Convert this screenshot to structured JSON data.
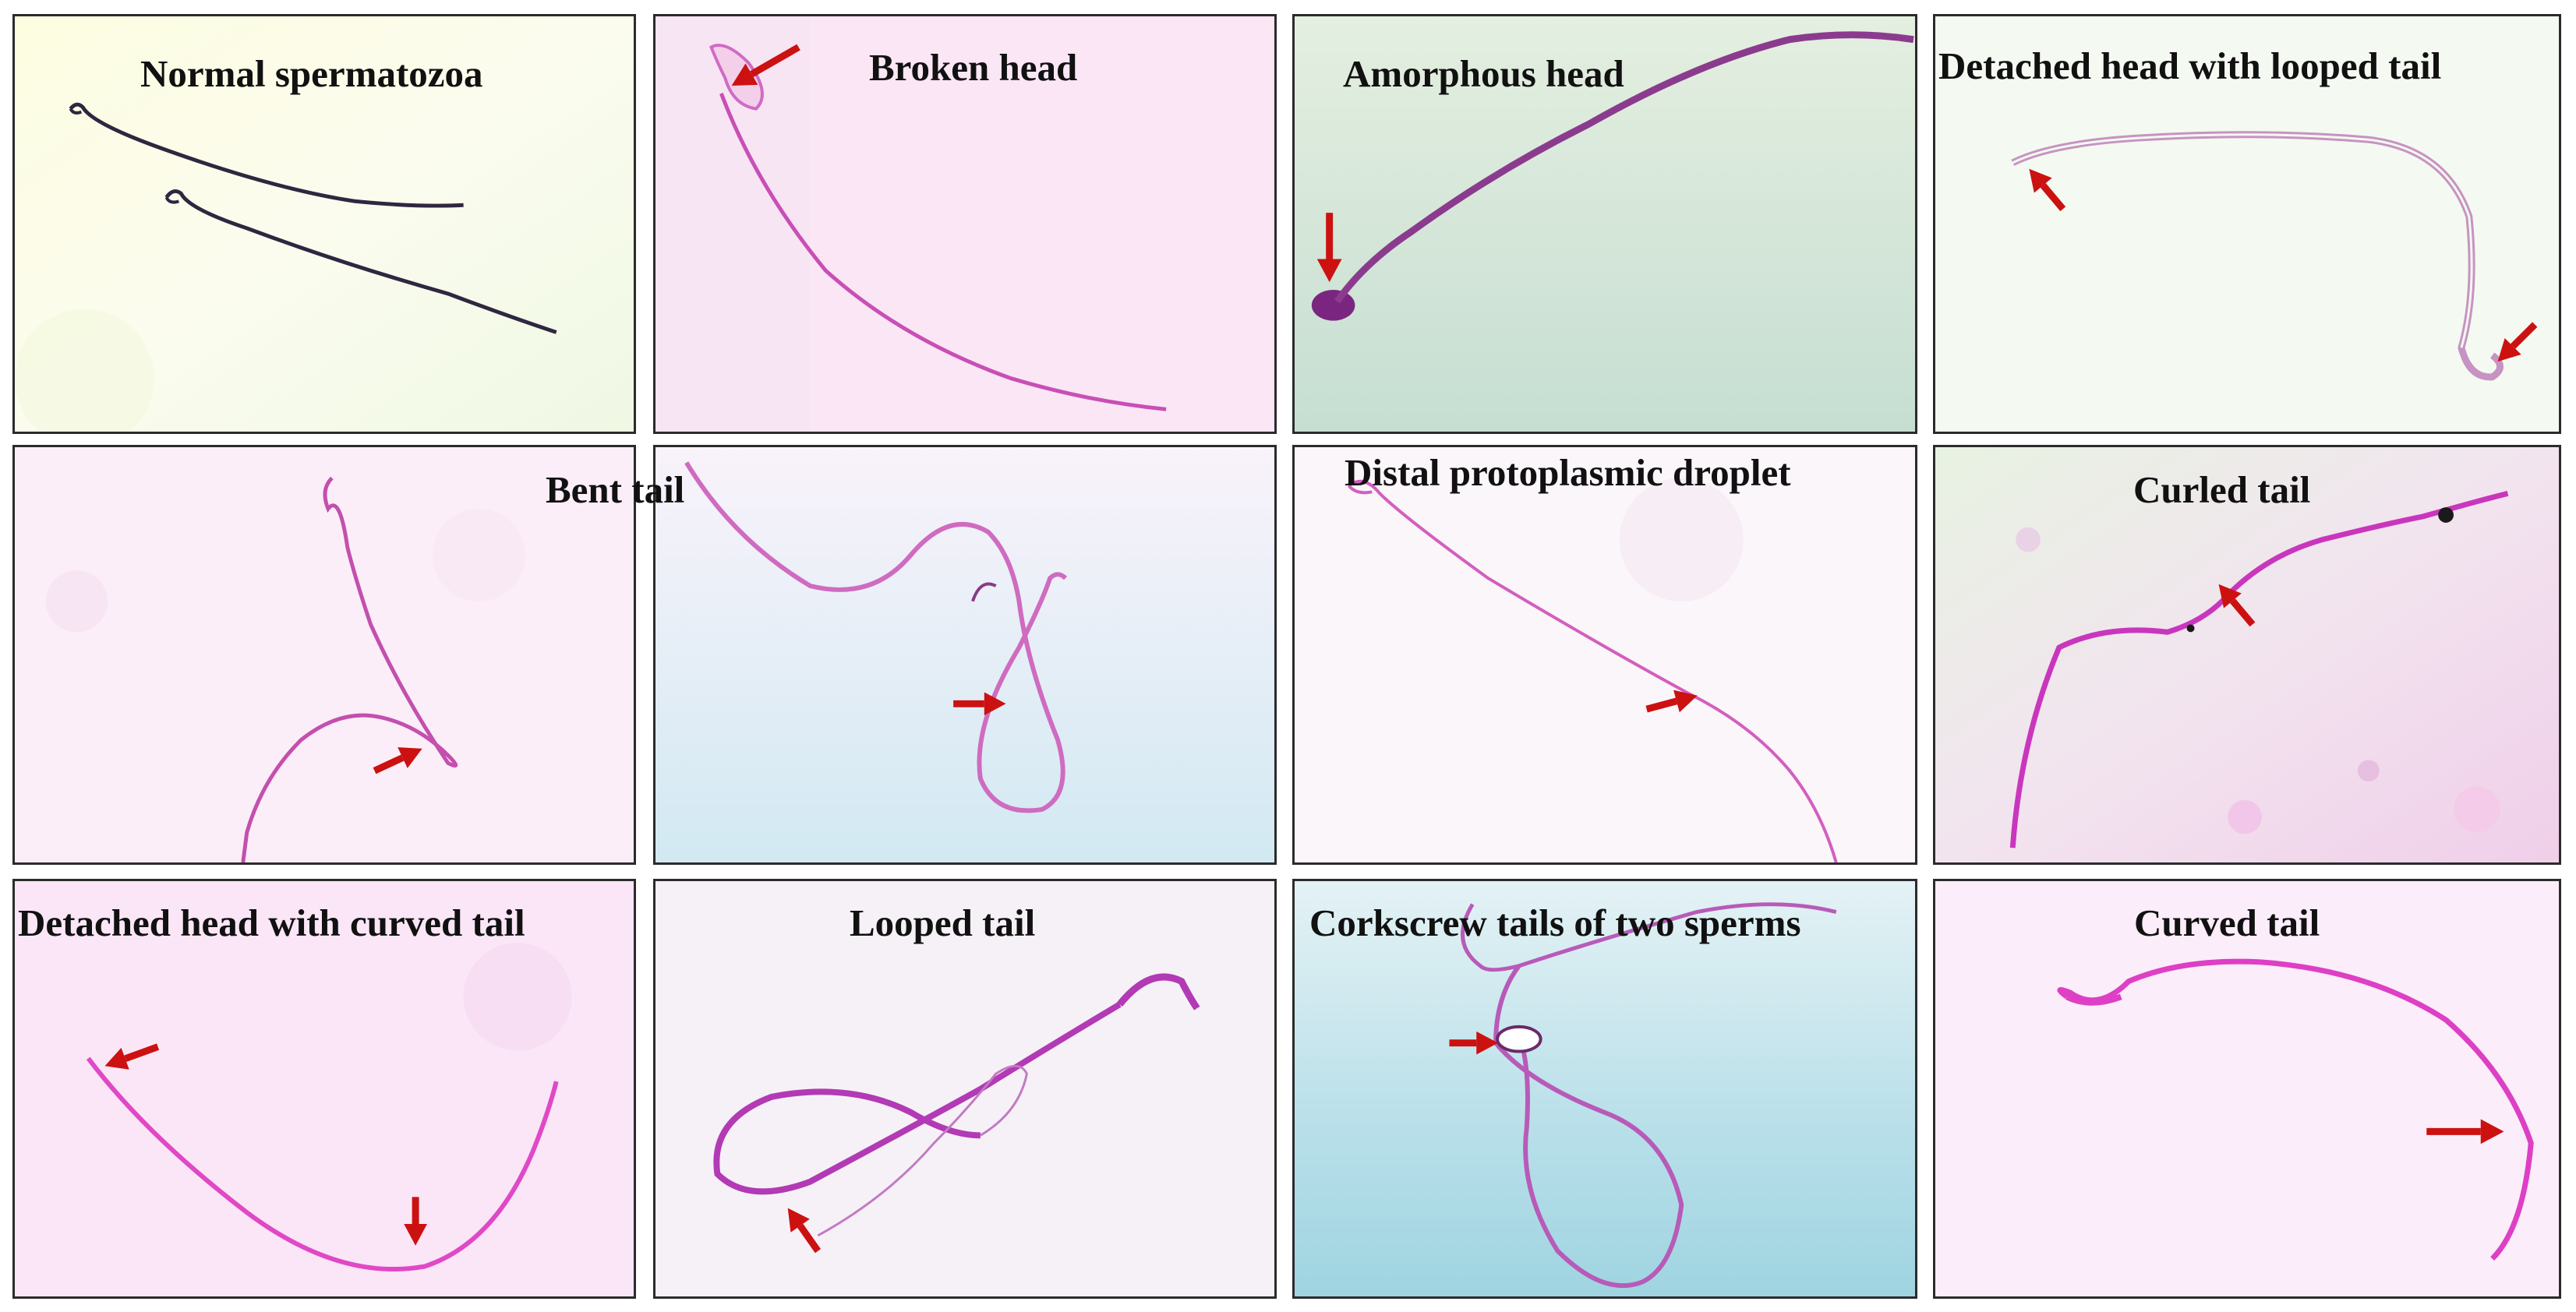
{
  "figure": {
    "panels": [
      {
        "id": "normal",
        "title": "Normal spermatozoa",
        "background": [
          "#fdfde4",
          "#f4fae6"
        ],
        "stain": "#3a2e55",
        "arrows": 0
      },
      {
        "id": "broken-head",
        "title": "Broken head",
        "background": [
          "#fce6f5",
          "#f8e4f4"
        ],
        "stain": "#c14fb4",
        "arrows": 1
      },
      {
        "id": "amorphous-head",
        "title": "Amorphous head",
        "background": [
          "#e3eee1",
          "#c8dfd1"
        ],
        "stain": "#8d3a8f",
        "arrows": 1
      },
      {
        "id": "detached-looped",
        "title": "Detached head with looped tail",
        "background": [
          "#f6faf3",
          "#eaf4ee"
        ],
        "stain": "#c793c2",
        "arrows": 2
      },
      {
        "id": "bent-tail",
        "title": "Bent tail",
        "background": [
          "#fbeef8",
          "#f7e7f4"
        ],
        "stain": "#c34fae",
        "arrows": 1
      },
      {
        "id": "bent-tail-2",
        "title": "",
        "background": [
          "#f8f2fa",
          "#d6ebf3"
        ],
        "stain": "#cf6bc0",
        "arrows": 1
      },
      {
        "id": "distal-droplet",
        "title": "Distal protoplasmic droplet",
        "background": [
          "#fbf6f9",
          "#f6e8f0"
        ],
        "stain": "#d35ec0",
        "arrows": 1
      },
      {
        "id": "curled-tail",
        "title": "Curled tail",
        "background": [
          "#eaf1e4",
          "#f1d2ec"
        ],
        "stain": "#c936bd",
        "arrows": 1
      },
      {
        "id": "detached-curved",
        "title": "Detached head with curved tail",
        "background": [
          "#fae6f6",
          "#f5d9f1"
        ],
        "stain": "#e048c6",
        "arrows": 2
      },
      {
        "id": "looped-tail",
        "title": "Looped tail",
        "background": [
          "#f6f2f7",
          "#efe6f2"
        ],
        "stain": "#b23ab4",
        "arrows": 1
      },
      {
        "id": "corkscrew",
        "title": "Corkscrew tails of two sperms",
        "background": [
          "#dff0f4",
          "#a8d9e6"
        ],
        "stain": "#b85ab8",
        "arrows": 1
      },
      {
        "id": "curved-tail",
        "title": "Curved tail",
        "background": [
          "#fbeef9",
          "#f6e1f3"
        ],
        "stain": "#dd3fc5",
        "arrows": 1
      }
    ],
    "arrow_color": "#cc1111"
  }
}
